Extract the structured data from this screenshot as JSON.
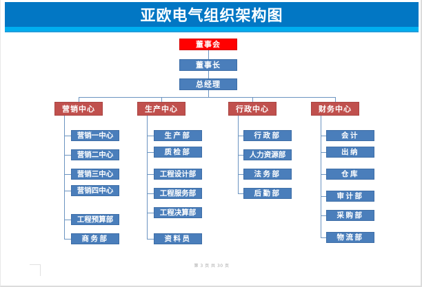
{
  "header": {
    "title": "亚欧电气组织架构图",
    "bar_color": "#0277c4",
    "strip_color": "#00aeef",
    "title_color": "#ffffff"
  },
  "colors": {
    "board_red": "#ff0000",
    "center_brick": "#c0504d",
    "node_blue": "#4a7ebb",
    "connector": "#6a93c0"
  },
  "chart_data": {
    "type": "diagram",
    "title": "亚欧电气组织架构图",
    "top": [
      {
        "label": "董事会",
        "style": "red"
      },
      {
        "label": "董事长",
        "style": "blue"
      },
      {
        "label": "总经理",
        "style": "blue"
      }
    ],
    "branches": [
      {
        "center": "营销中心",
        "items": [
          "营销一中心",
          "营销二中心",
          "营销三中心",
          "营销四中心",
          "工程预算部",
          "商务部"
        ]
      },
      {
        "center": "生产中心",
        "items": [
          "生产部",
          "质检部",
          "工程设计部",
          "工程服务部",
          "工程决算部",
          "资料员"
        ]
      },
      {
        "center": "行政中心",
        "items": [
          "行政部",
          "人力资源部",
          "法务部",
          "后勤部"
        ]
      },
      {
        "center": "财务中心",
        "items": [
          "会计",
          "出纳",
          "仓库",
          "审计部",
          "采购部",
          "物流部"
        ]
      }
    ]
  },
  "footer": {
    "page_text": "第 3 页 共 30 页"
  }
}
